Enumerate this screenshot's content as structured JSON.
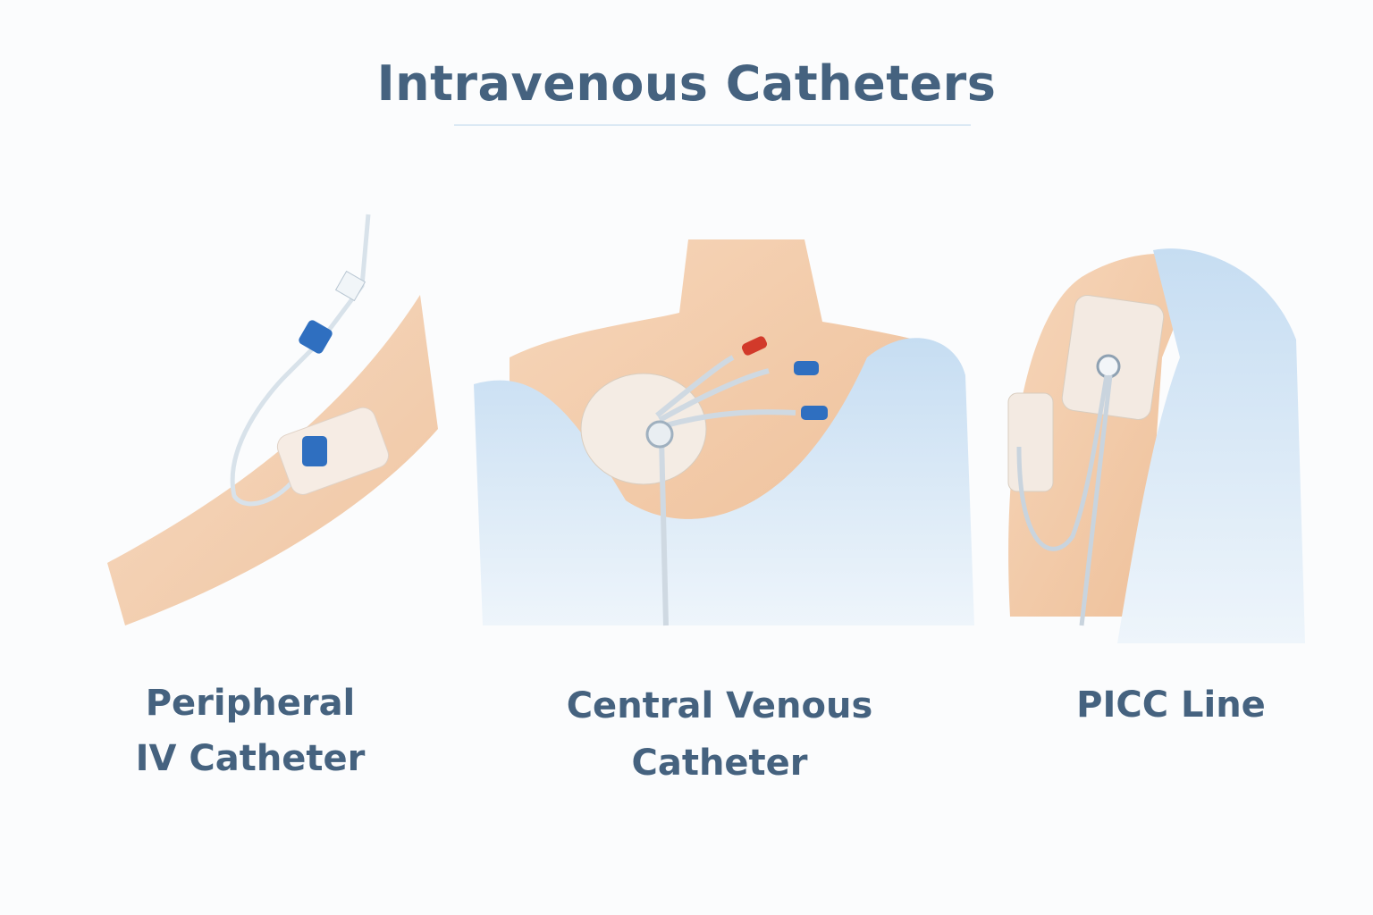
{
  "title": "Intravenous Catheters",
  "panels": [
    {
      "label_line1": "Peripheral",
      "label_line2": "IV Catheter"
    },
    {
      "label_line1": "Central Venous",
      "label_line2": "Catheter"
    },
    {
      "label_line1": "PICC Line",
      "label_line2": ""
    }
  ],
  "colors": {
    "title": "#45627f",
    "skin": "#f2c9a6",
    "gown": "#cfe3f4",
    "connector_blue": "#2f6fc0",
    "connector_red": "#d23a2a"
  }
}
